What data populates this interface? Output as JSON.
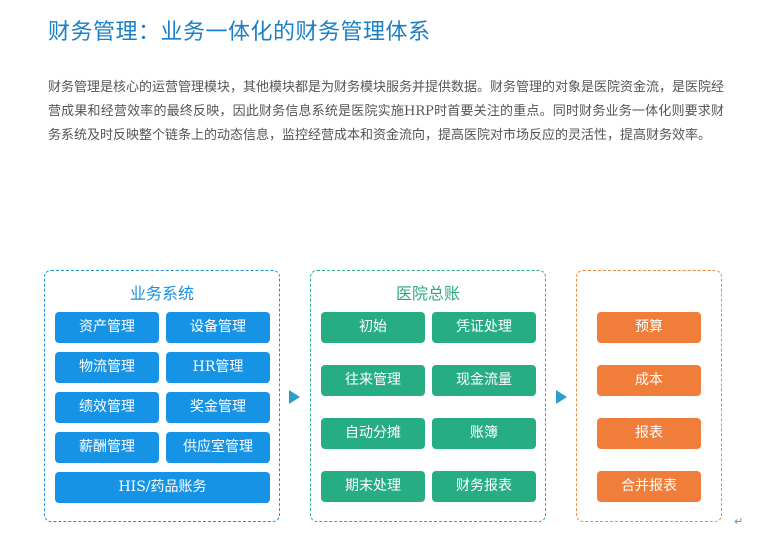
{
  "title": "财务管理：业务一体化的财务管理体系",
  "intro": "财务管理是核心的运营管理模块，其他模块都是为财务模块服务并提供数据。财务管理的对象是医院资金流，是医院经营成果和经营效率的最终反映，因此财务信息系统是医院实施HRP时首要关注的重点。同时财务业务一体化则要求财务系统及时反映整个链条上的动态信息，监控经营成本和资金流向，提高医院对市场反应的灵活性，提高财务效率。",
  "business": {
    "title": "业务系统",
    "items": [
      "资产管理",
      "设备管理",
      "物流管理",
      "HR管理",
      "绩效管理",
      "奖金管理",
      "薪酬管理",
      "供应室管理"
    ],
    "wide_item": "HIS/药品账务"
  },
  "ledger": {
    "title": "医院总账",
    "items": [
      "初始",
      "凭证处理",
      "往来管理",
      "现金流量",
      "自动分摊",
      "账簿",
      "期末处理",
      "财务报表"
    ]
  },
  "outputs": {
    "items": [
      "预算",
      "成本",
      "报表",
      "合并报表"
    ]
  },
  "colors": {
    "title": "#1a7fc6",
    "business": "#1793e6",
    "ledger": "#27ad83",
    "outputs": "#f07d3a",
    "arrow": "#2aa0c8"
  },
  "return_mark": "↵"
}
